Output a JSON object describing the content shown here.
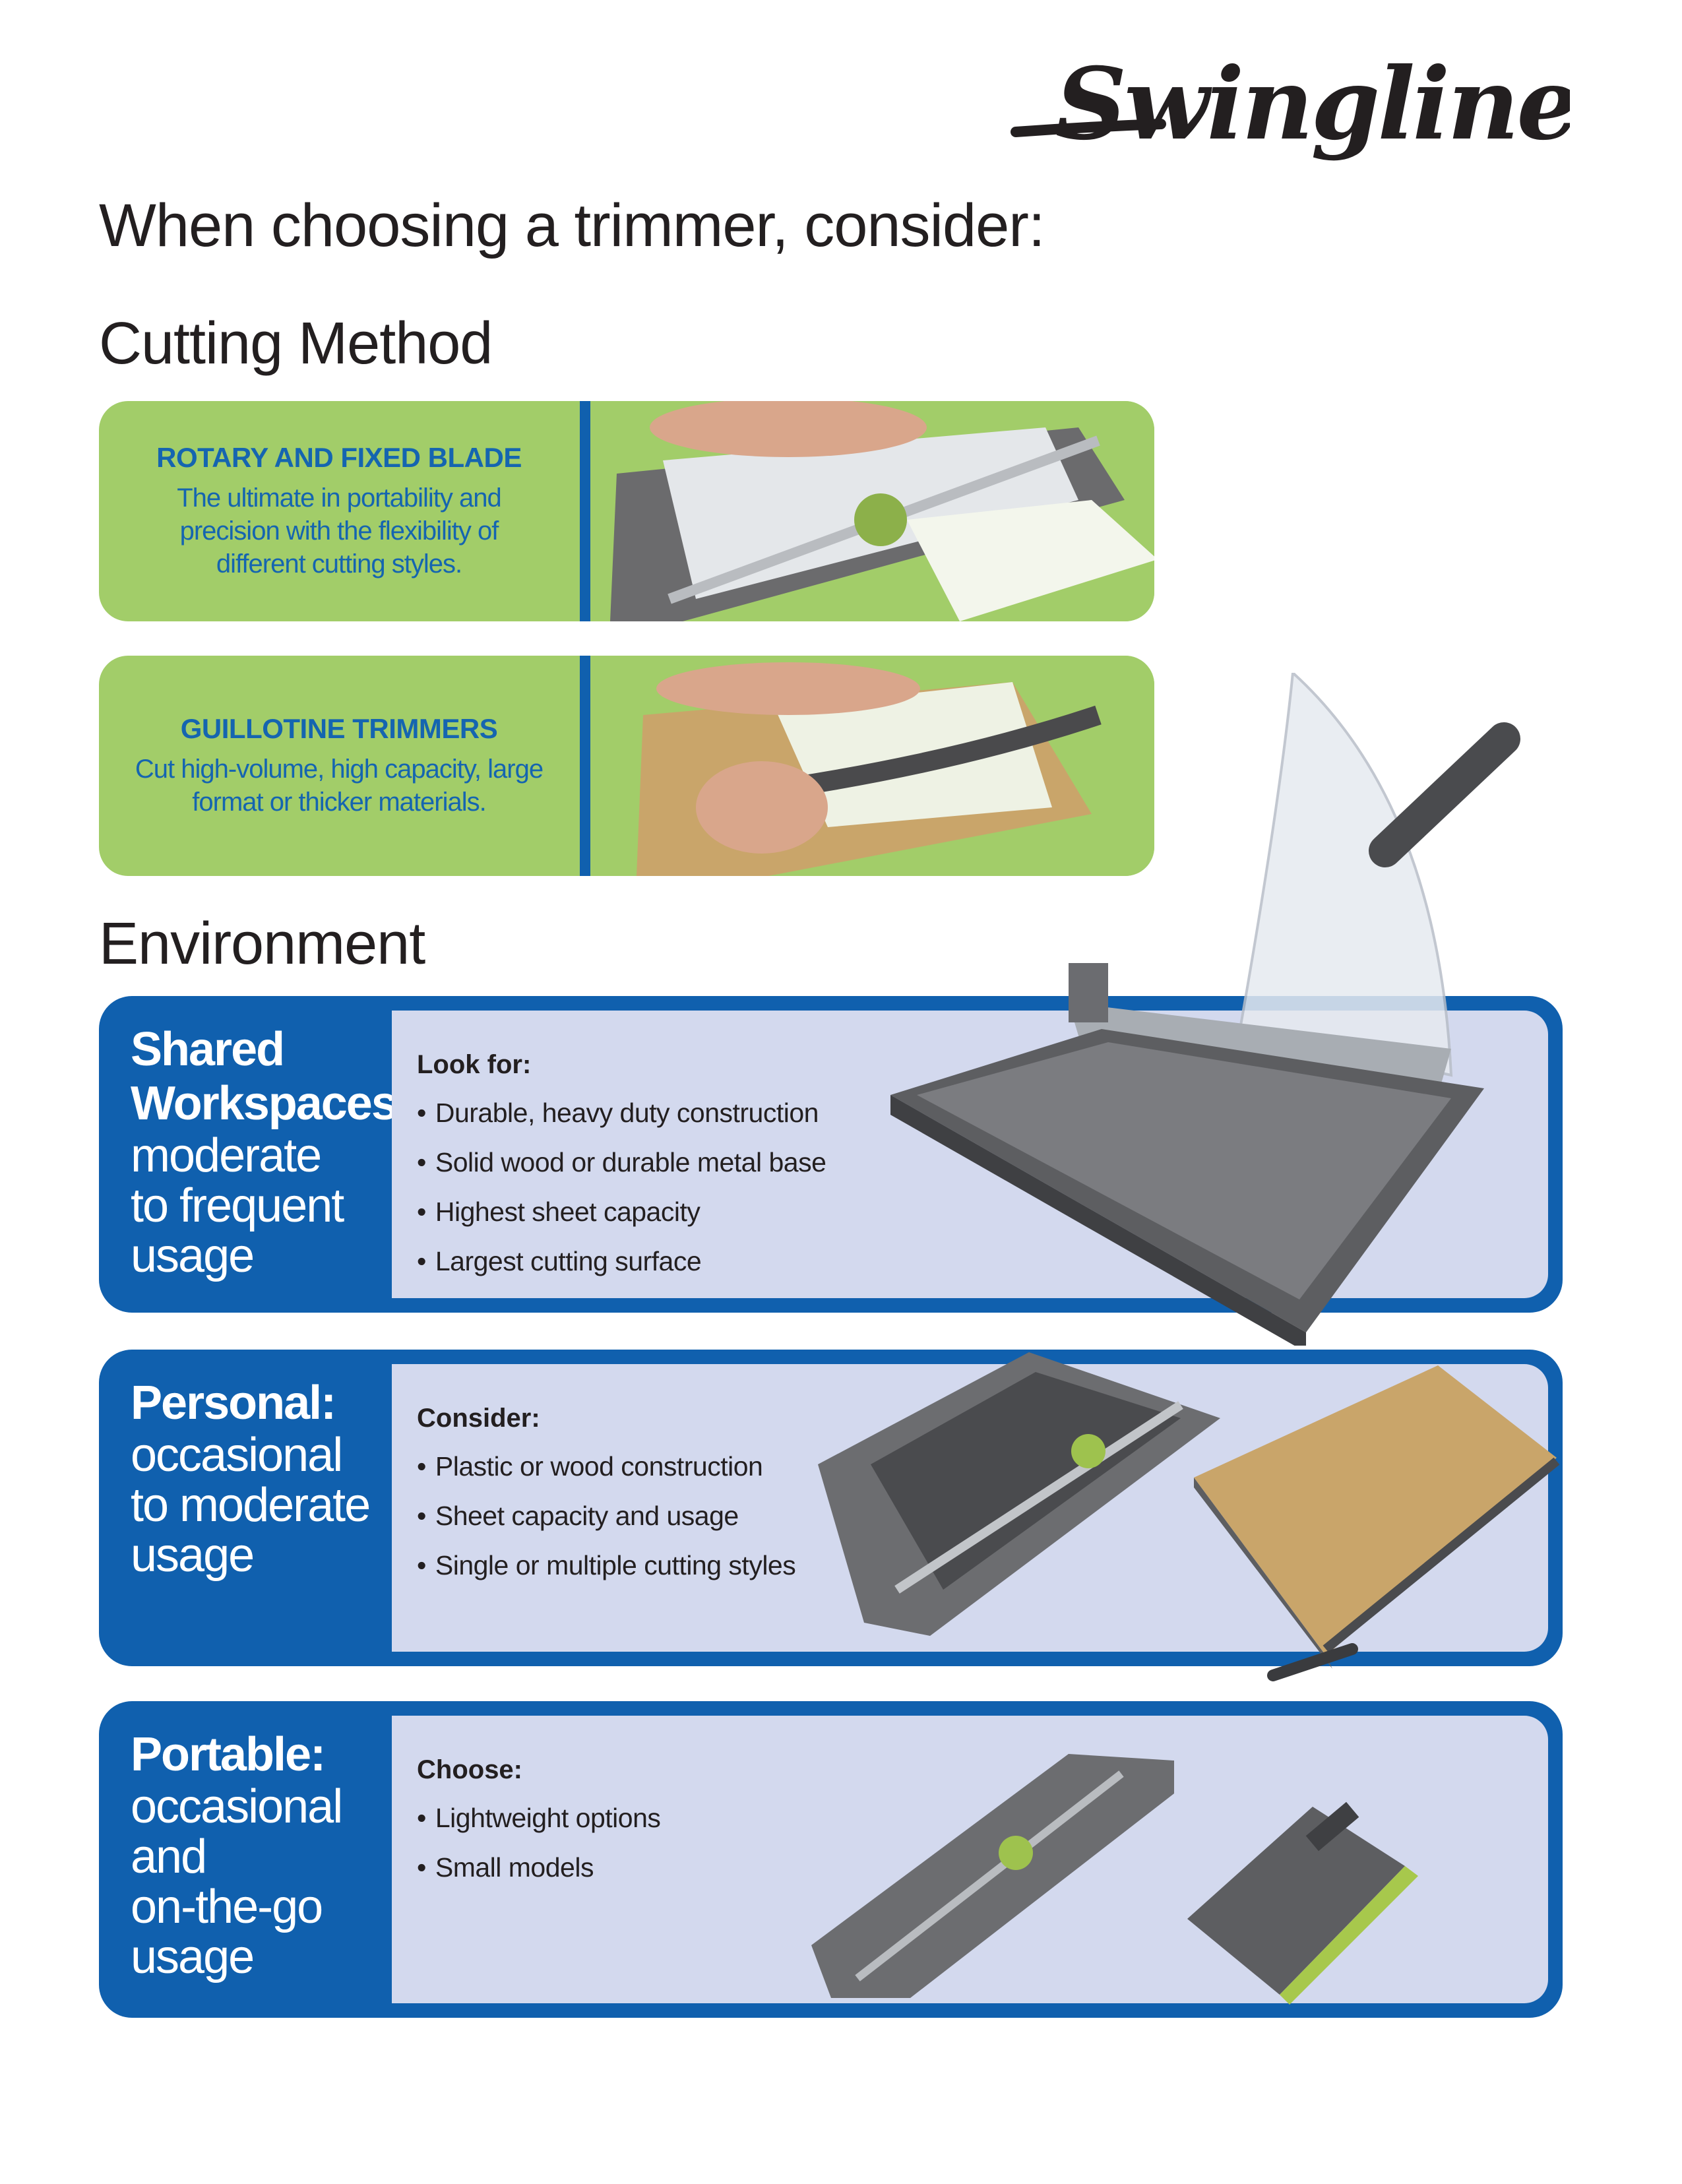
{
  "brand": {
    "logo_text": "Swingline"
  },
  "headline": "When choosing a trimmer, consider:",
  "cutting_method": {
    "heading": "Cutting Method",
    "cards": [
      {
        "title": "ROTARY AND FIXED BLADE",
        "description": "The ultimate in portability and precision with the flexibility of different cutting styles."
      },
      {
        "title": "GUILLOTINE TRIMMERS",
        "description": "Cut high-volume, high capacity, large format or thicker materials."
      }
    ]
  },
  "environment": {
    "heading": "Environment",
    "cards": [
      {
        "title_lines": [
          "Shared",
          "Workspaces:"
        ],
        "subtitle_lines": [
          "moderate",
          "to frequent",
          "usage"
        ],
        "list_label": "Look for:",
        "items": [
          "Durable, heavy duty construction",
          "Solid wood or durable metal base",
          "Highest sheet capacity",
          "Largest cutting surface"
        ]
      },
      {
        "title_lines": [
          "Personal:"
        ],
        "subtitle_lines": [
          "occasional",
          "to moderate",
          "usage"
        ],
        "list_label": "Consider:",
        "items": [
          "Plastic or wood construction",
          "Sheet capacity and usage",
          "Single or multiple cutting styles"
        ]
      },
      {
        "title_lines": [
          "Portable:"
        ],
        "subtitle_lines": [
          "occasional",
          "and",
          "on-the-go",
          "usage"
        ],
        "list_label": "Choose:",
        "items": [
          "Lightweight options",
          "Small models"
        ]
      }
    ]
  },
  "colors": {
    "green": "#a2cd69",
    "blue": "#1060ae",
    "panel": "#d3d9ee",
    "text_blue": "#1565b0"
  }
}
